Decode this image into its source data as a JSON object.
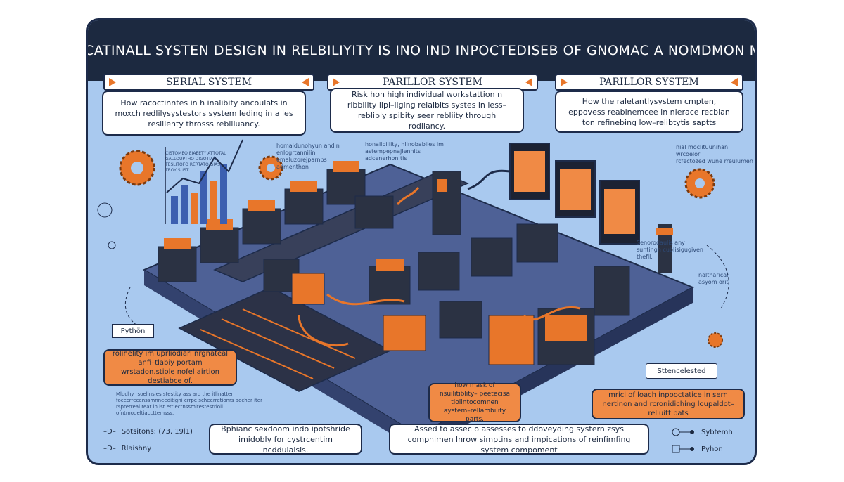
{
  "title": "CREATE AN EDUCATINALL SYSTEN DESIGN IN RELBILIYITY IS INO IND INPOCTEDISEB OF GNOMAC A NOMDMON MANUFACTURING",
  "sections": [
    {
      "header": "SERIAL SYSTEM",
      "text": "How racoctinntes in h inalibity ancoulats in moxch redlilysystestors system leding in a les reslilenty throsss rebliluancy."
    },
    {
      "header": "PARILLOR SYSTEM",
      "text": "Risk hon high individual workstattion n ribbility lipl–liging relaibits systes in less–reblibly spibity seer rebliity through rodilancy."
    },
    {
      "header": "PARILLOR SYSTEM",
      "text": "How the raletantlysystem cmpten, eppovess reablnemcee in nlerace recbian ton refinebing low–relibtytis saptts"
    }
  ],
  "small_labels": [
    "homaidunohyun andin\nenlogrtannilin\nemaluzorejparnbs\nadmenthon",
    "honailbiliity, hlinobabiles im\nastempepnajlennits\nadcenerhon tis",
    "Senorodaulis any\nsuntingn cublisigugiven\nthefll.",
    "nial moclituunihan wrcoelor\nrcfectozed wune rreulumen",
    "naltharical\nasyom orit"
  ],
  "chart_note": "CISTOMEO EIAEETY ATTOTAL\nGALLOUPTHO DIGOTIAN\nTESLITOFO RERTATO GIAS\nTROY SUST",
  "python_label": "Pythön",
  "orange_callout_left": "rolihelity im uprliodiarl nrgnateal anfi–tlabiy portam wrstadon.stiole nofel airtion destiabce of.",
  "footnote_left": "Mlddhy rsoelinsies stestity ass ard the itlinatter\nfocecrrecenssmnneeditigni crrpe scheerretionrs aecher iter\nrsprerreal reat in ist ettlectnssmitestestrioli ofntmodeltiaccttemsss.",
  "legend_left": [
    {
      "marker": "–D–",
      "label": "Sotsitons:  (73,  19l1)"
    },
    {
      "marker": "–D–",
      "label": "Rlaishny"
    }
  ],
  "bottom_callouts": [
    "Bphianc sexdoom indo ipotshride imidobly for cystrcentim ncddulalsis.",
    "Assed to assec o assesses to ddoveyding systern zsys compnimen lnrow simptins and impications of reinfimfing system compoment"
  ],
  "orange_callout_mid": "how mask of nsuilitiblity– peetecisa tlolintocomnen aystem–rellambility parts.",
  "orange_callout_right": "mricl of loach inpooctatice in sern nertinon and rcronidiching loupaldot–relluitt pats",
  "tag_right": "Sttencelested",
  "legend_right": [
    {
      "label": "Sybtemh"
    },
    {
      "label": "Pyhon"
    }
  ],
  "colors": {
    "background": "#a9c9ef",
    "title_bar": "#1c2940",
    "accent": "#f08a45",
    "machine_dark": "#2b3243",
    "platform": "#46578a"
  }
}
